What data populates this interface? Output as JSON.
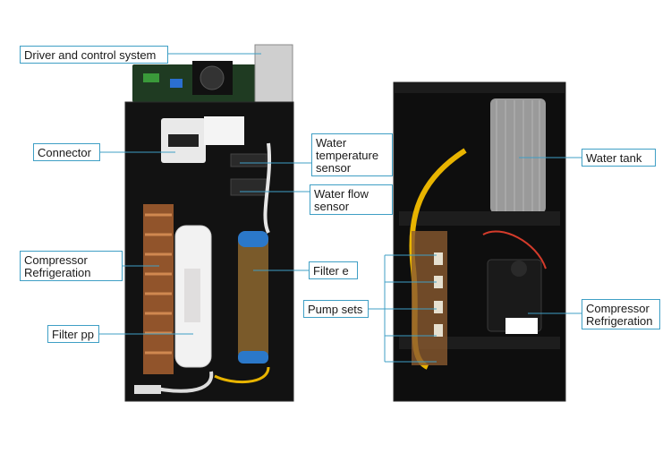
{
  "labels": {
    "driver": "Driver and control system",
    "connector": "Connector",
    "water_temp": "Water\ntemperature\nsensor",
    "water_flow": "Water flow\nsensor",
    "compressor_left": "Compressor\nRefrigeration",
    "filter_pp": "Filter pp",
    "filter_e": "Filter e",
    "water_tank": "Water tank",
    "pump_sets": "Pump sets",
    "compressor_right": "Compressor\nRefrigeration"
  },
  "colors": {
    "callout_border": "#3f9fc5",
    "cabinet": "#111111",
    "copper": "#b36a3a",
    "yellow_hose": "#e8b400",
    "white_filter": "#f2f2f2",
    "blue_cap": "#2b78c9"
  }
}
